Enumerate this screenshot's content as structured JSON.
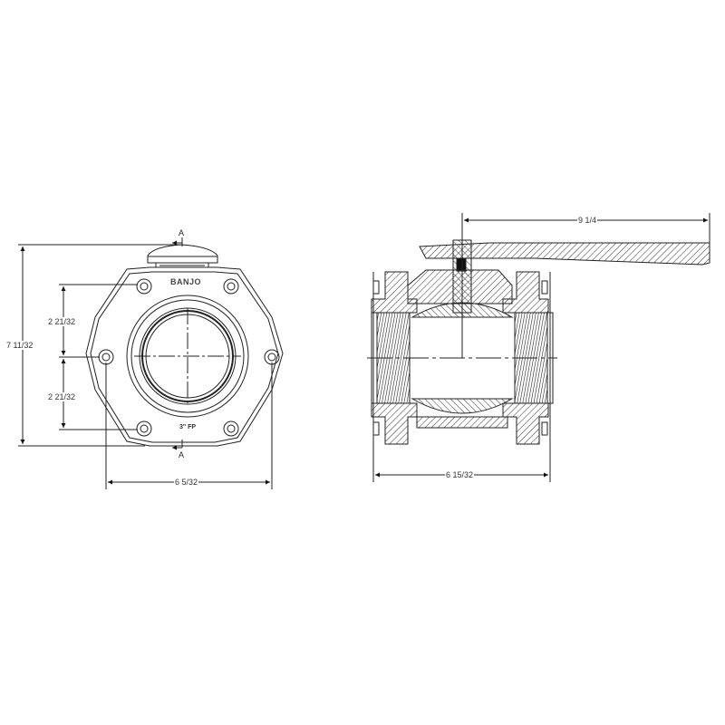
{
  "drawing": {
    "title": "Ball valve dimensional drawing",
    "front_view": {
      "brand": "BANJO",
      "size_label": "3\" FP",
      "section_marker_top": "A",
      "section_marker_bottom": "A",
      "dimensions": {
        "overall_height": "7 11/32",
        "upper_bolt_spacing": "2 21/32",
        "lower_bolt_spacing": "2 21/32",
        "bolt_width": "6 5/32"
      }
    },
    "side_section_view": {
      "dimensions": {
        "handle_length": "9 1/4",
        "overall_length": "6 15/32"
      }
    },
    "colors": {
      "line": "#222222",
      "background": "#ffffff"
    }
  }
}
